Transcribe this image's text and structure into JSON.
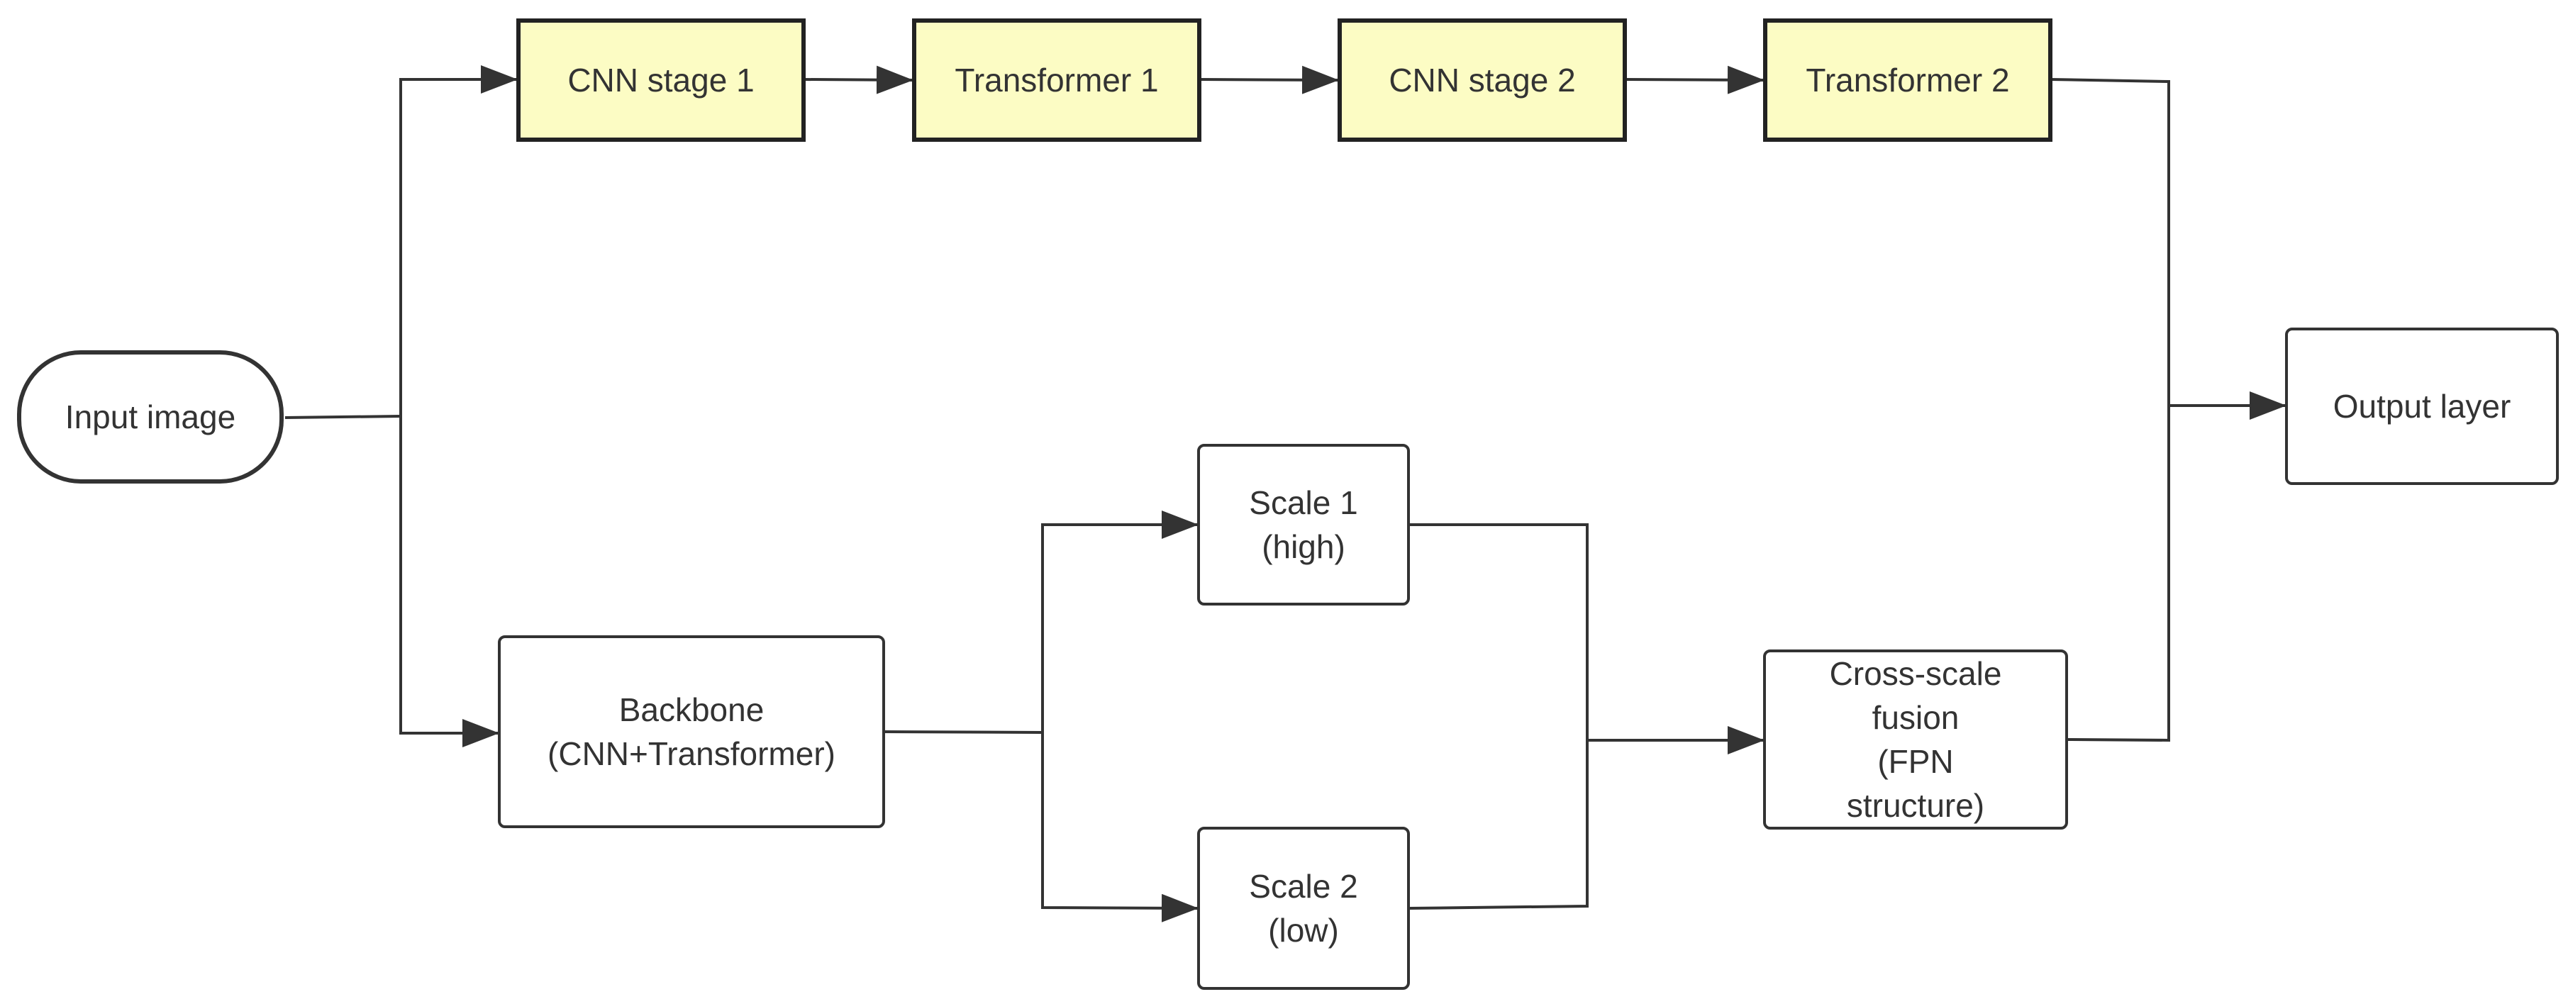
{
  "colors": {
    "stage_fill": "#fcfcc4",
    "box_fill": "#ffffff",
    "stroke": "#333333",
    "text": "#333333"
  },
  "diagram": {
    "nodes": {
      "input_image": "Input image",
      "cnn_stage_1": "CNN stage 1",
      "transformer_1": "Transformer 1",
      "cnn_stage_2": "CNN stage 2",
      "transformer_2": "Transformer 2",
      "backbone": "Backbone\n(CNN+Transformer)",
      "scale_1": "Scale 1\n(high)",
      "scale_2": "Scale 2\n(low)",
      "cross_scale_fusion": "Cross-scale\nfusion\n(FPN\nstructure)",
      "output_layer": "Output layer"
    },
    "edges": [
      {
        "from": "input_image",
        "to": "cnn_stage_1"
      },
      {
        "from": "input_image",
        "to": "backbone"
      },
      {
        "from": "cnn_stage_1",
        "to": "transformer_1"
      },
      {
        "from": "transformer_1",
        "to": "cnn_stage_2"
      },
      {
        "from": "cnn_stage_2",
        "to": "transformer_2"
      },
      {
        "from": "transformer_2",
        "to": "output_layer"
      },
      {
        "from": "backbone",
        "to": "scale_1"
      },
      {
        "from": "backbone",
        "to": "scale_2"
      },
      {
        "from": "scale_1",
        "to": "cross_scale_fusion"
      },
      {
        "from": "scale_2",
        "to": "cross_scale_fusion"
      },
      {
        "from": "cross_scale_fusion",
        "to": "output_layer"
      }
    ]
  }
}
